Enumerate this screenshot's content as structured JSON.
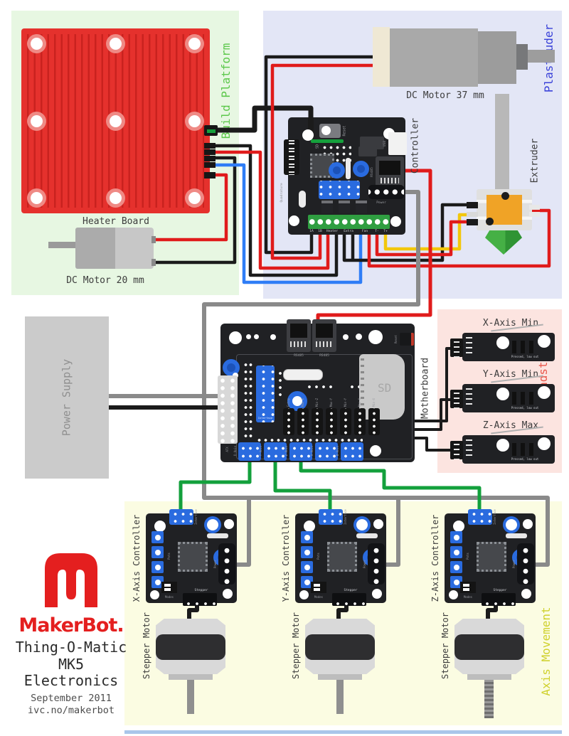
{
  "colors": {
    "background": "#ffffff",
    "build_platform_bg": "#e7f7e2",
    "build_platform_label": "#5cc84b",
    "plastruder_bg": "#e3e6f6",
    "plastruder_label": "#3b43d9",
    "endstops_bg": "#fce4e0",
    "endstops_label": "#e8564a",
    "axis_movement_bg": "#fbfce2",
    "axis_movement_label": "#cfd12c",
    "heater_red": "#e5312d",
    "pcb_black": "#202124",
    "connector_blue": "#2a6bdf",
    "wire_red": "#e01b1b",
    "wire_black": "#1b1b1b",
    "wire_blue": "#2f7df6",
    "wire_green": "#13a03c",
    "wire_yellow": "#f2c70b",
    "wire_gray": "#8a8a8a",
    "brand_red": "#e41f1f"
  },
  "sections": {
    "build_platform": "Build Platform",
    "plastruder": "Plastruder",
    "endstops": "Endstops",
    "axis_movement": "Axis Movement"
  },
  "build_platform": {
    "heater_board": "Heater Board",
    "dc_motor": "DC Motor 20 mm"
  },
  "plastruder": {
    "dc_motor": "DC Motor 37 mm",
    "controller": "Controller",
    "extruder": "Extruder",
    "controller_board": {
      "reset": "Reset",
      "sd": "SD",
      "analog": "Analog",
      "quadrature": "Quadrature",
      "usb": "USB",
      "rs485": "RS485",
      "power": "Power",
      "terminals": [
        "1A",
        "1B",
        "Heater",
        "Extra",
        "Fan",
        "T-",
        "T+"
      ]
    }
  },
  "power_supply": {
    "label": "Power Supply"
  },
  "motherboard": {
    "label": "Motherboard",
    "rs485_a": "RS485",
    "rs485_b": "RS485",
    "reset": "Reset",
    "atx": "ATX",
    "interface": "Interface",
    "sd": "SD",
    "endstop_headers": [
      "Estop",
      "Max-Z",
      "Min-Z",
      "Max-Y",
      "Min-Y",
      "Max-X",
      "Min-X"
    ],
    "axis_connectors": [
      "X-Axis",
      "Y-Axis",
      "Z-Axis",
      "A-Axis",
      "B-Axis"
    ]
  },
  "endstops": {
    "boards": [
      {
        "label": "X-Axis Min",
        "note": "Pressed, low out"
      },
      {
        "label": "Y-Axis Min",
        "note": "Pressed, low out"
      },
      {
        "label": "Z-Axis Max",
        "note": "Pressed, low out"
      }
    ]
  },
  "axis_movement": {
    "board_labels": {
      "interface": "Interface",
      "pots": "Pots",
      "power": "Power",
      "stepper": "Stepper",
      "modes": "Modes"
    },
    "units": [
      {
        "controller": "X-Axis Controller",
        "motor": "Stepper Motor"
      },
      {
        "controller": "Y-Axis Controller",
        "motor": "Stepper Motor"
      },
      {
        "controller": "Z-Axis Controller",
        "motor": "Stepper Motor"
      }
    ]
  },
  "footer": {
    "brand": "MakerBot.",
    "title_line1": "Thing-O-Matic",
    "title_line2": "MK5",
    "title_line3": "Electronics",
    "date": "September 2011",
    "url": "ivc.no/makerbot"
  }
}
